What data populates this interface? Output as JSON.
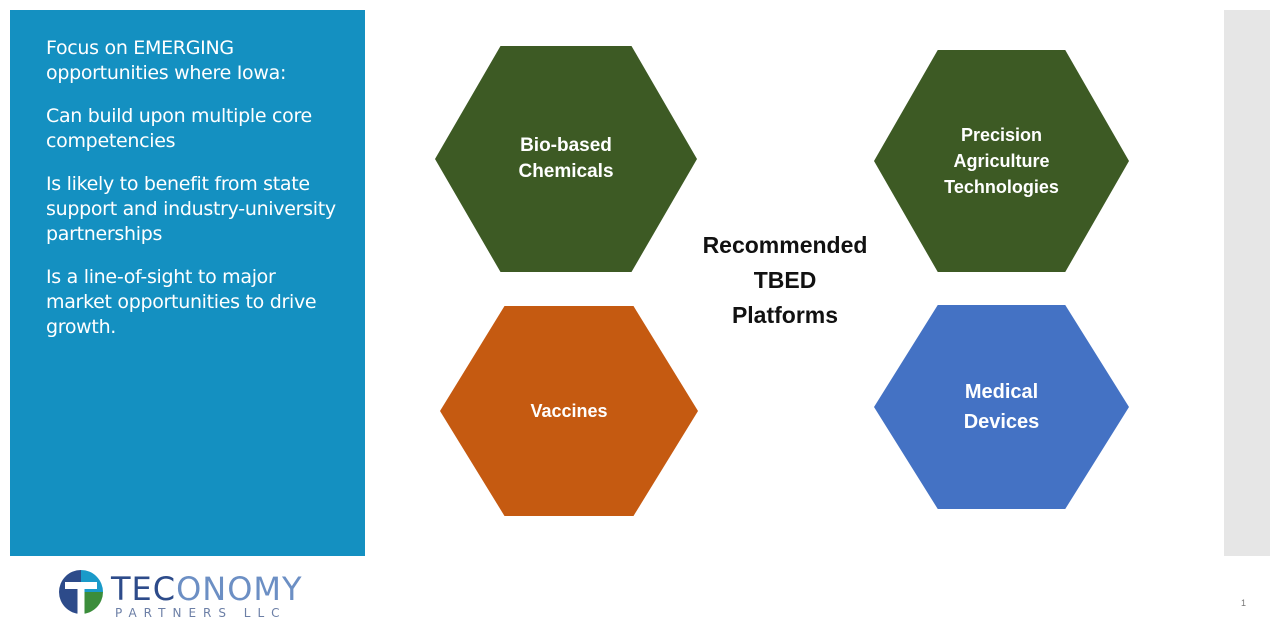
{
  "left_panel": {
    "paragraphs": [
      "Focus on EMERGING opportunities where Iowa:",
      "Can build upon multiple core competencies",
      "Is likely to benefit from state support and industry-university partnerships",
      "Is a line-of-sight to major market opportunities to drive growth."
    ]
  },
  "diagram": {
    "center_label": "Recommended\nTBED\nPlatforms",
    "platforms": [
      {
        "label": "Bio-based\nChemicals",
        "color": "#3d5a24"
      },
      {
        "label": "Precision\nAgriculture\nTechnologies",
        "color": "#3d5a24"
      },
      {
        "label": "Vaccines",
        "color": "#c55a11"
      },
      {
        "label": "Medical\nDevices",
        "color": "#4472c4"
      }
    ]
  },
  "logo": {
    "prefix": "TEC",
    "suffix": "ONOMY",
    "subtitle": "PARTNERS LLC",
    "colors": {
      "dark": "#2d4b8a",
      "teal": "#1a9ac9",
      "green": "#3b8d3b"
    }
  },
  "page_number": "1",
  "colors": {
    "panel": "#1490c1",
    "strip": "#e6e6e6"
  }
}
